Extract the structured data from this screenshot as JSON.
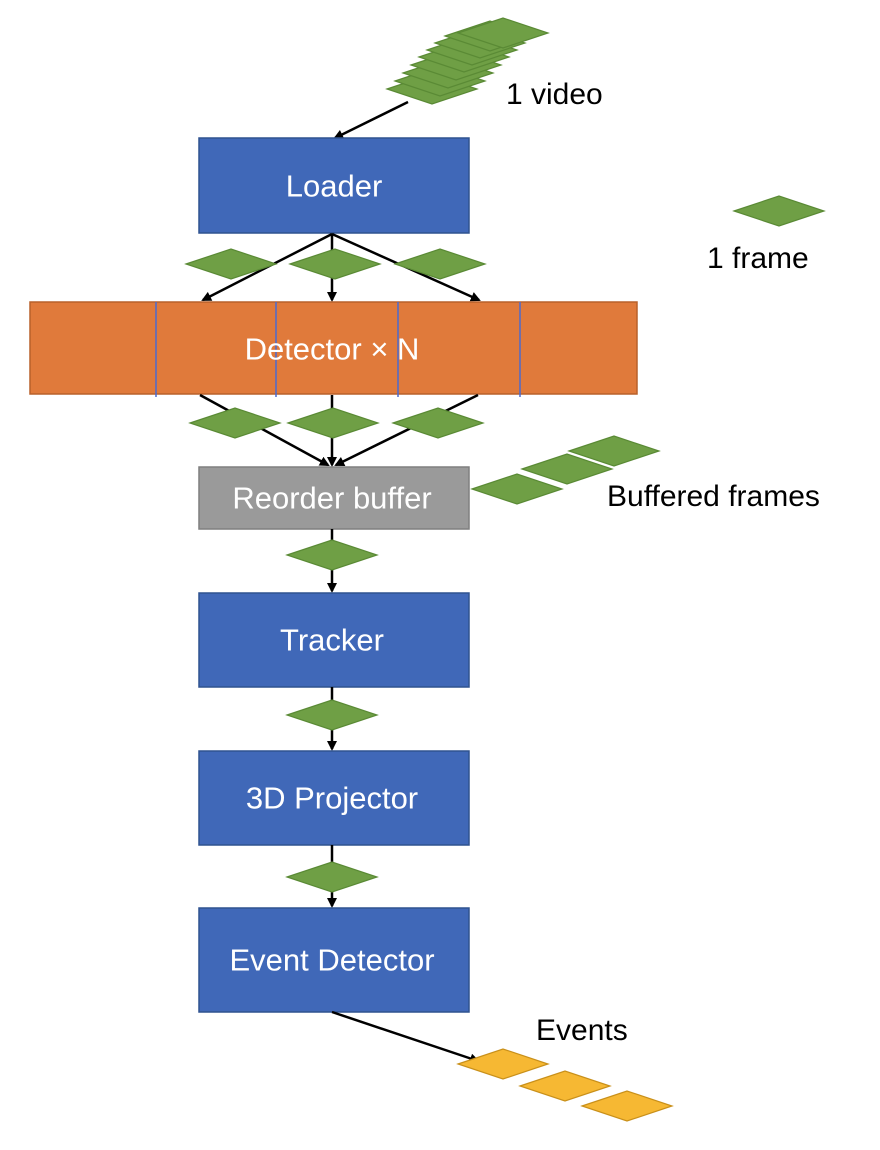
{
  "captions": {
    "video": "1 video",
    "frame": "1 frame",
    "buffered": "Buffered frames",
    "events": "Events"
  },
  "stages": {
    "loader": "Loader",
    "detector": "Detector × N",
    "reorder": "Reorder buffer",
    "tracker": "Tracker",
    "projector": "3D Projector",
    "event_detector": "Event Detector"
  },
  "colors": {
    "stage_blue": "#4068b8",
    "detector_orange": "#e07a3b",
    "reorder_gray": "#9a9a9a",
    "frame_green": "#6f9f45",
    "event_yellow": "#f6b833",
    "detector_divider": "#4a6ad0"
  }
}
